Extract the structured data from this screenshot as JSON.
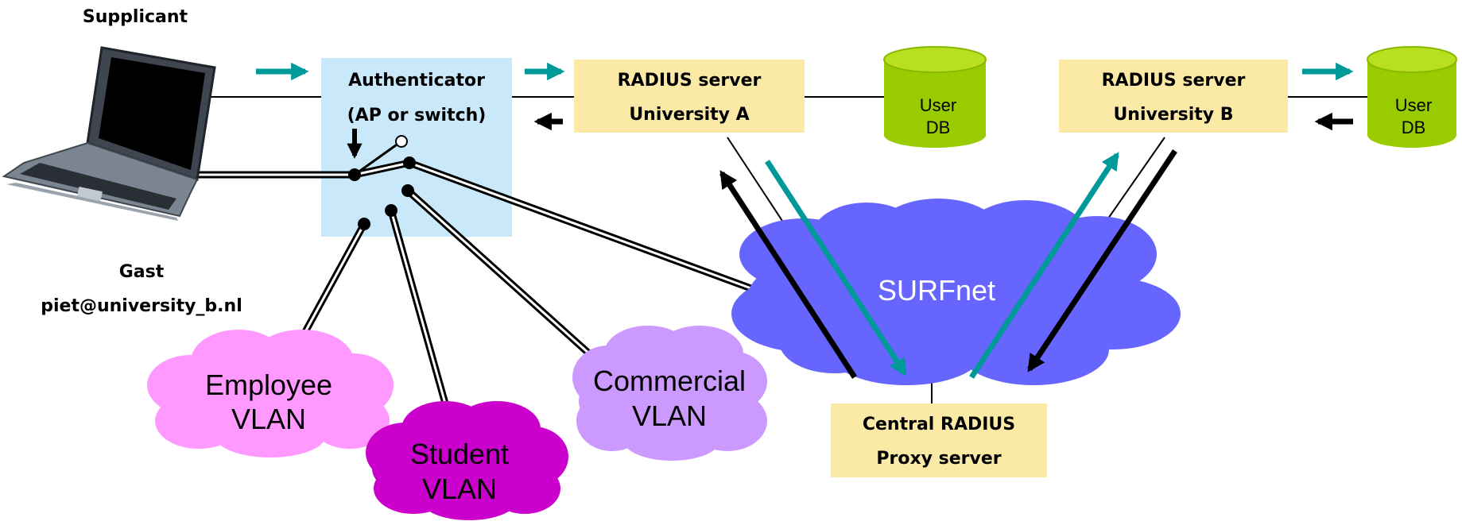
{
  "supplicant_label": "Supplicant",
  "guest": {
    "line1": "Gast",
    "line2": "piet@university_b.nl"
  },
  "authenticator": {
    "line1": "Authenticator",
    "line2": "(AP or switch)"
  },
  "radius_a": {
    "line1": "RADIUS server",
    "line2": "University A"
  },
  "radius_b": {
    "line1": "RADIUS server",
    "line2": "University B"
  },
  "central": {
    "line1": "Central RADIUS",
    "line2": "Proxy server"
  },
  "db_a": {
    "line1": "User",
    "line2": "DB"
  },
  "db_b": {
    "line1": "User",
    "line2": "DB"
  },
  "surfnet": "SURFnet",
  "vlans": {
    "employee": {
      "line1": "Employee",
      "line2": "VLAN"
    },
    "student": {
      "line1": "Student",
      "line2": "VLAN"
    },
    "commercial": {
      "line1": "Commercial",
      "line2": "VLAN"
    }
  },
  "colors": {
    "authenticator_fill": "#c9e9fa",
    "radius_fill": "#fbe9a6",
    "db_fill": "#99cc00",
    "surfnet_fill": "#6666ff",
    "employee_fill": "#ff99ff",
    "student_fill": "#cc00cc",
    "commercial_fill": "#cc99ff",
    "teal_arrow": "#009999",
    "black_arrow": "#000000"
  },
  "icons": {
    "supplicant": "laptop-icon",
    "database": "database-cylinder-icon"
  }
}
